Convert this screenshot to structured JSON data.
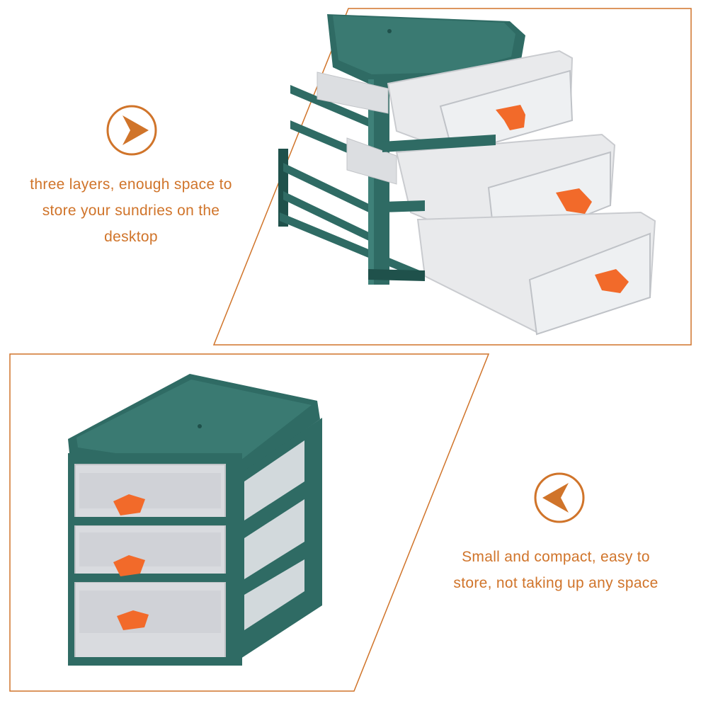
{
  "colors": {
    "accent": "#d0742a",
    "frame_green": "#2f6b64",
    "frame_green_dark": "#1f514b",
    "frame_green_light": "#3f8179",
    "drawer_clear": "#e9eaec",
    "drawer_edge": "#c9cbcf",
    "handle_orange": "#f26a2a",
    "background": "#ffffff"
  },
  "panels": {
    "top": {
      "icon": "chevron-right-icon",
      "caption_lines": [
        "three layers, enough space to",
        "store your sundries on the",
        "desktop"
      ]
    },
    "bottom": {
      "icon": "chevron-left-icon",
      "caption_lines": [
        "Small and compact, easy to",
        "store, not taking up any space"
      ]
    }
  }
}
